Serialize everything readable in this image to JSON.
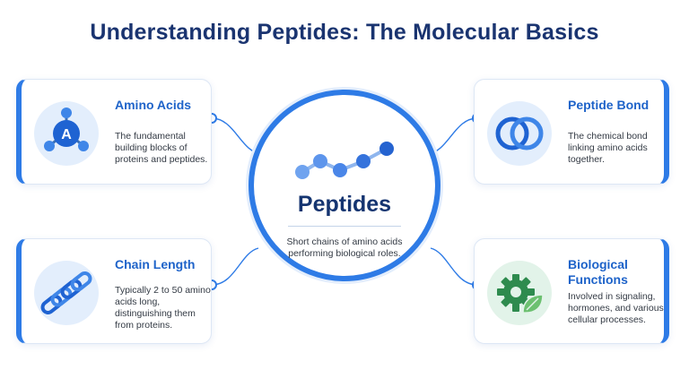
{
  "title": "Understanding Peptides: The Molecular Basics",
  "center": {
    "title": "Peptides",
    "description": "Short chains of amino acids performing biological roles."
  },
  "cards": {
    "amino_acids": {
      "title": "Amino Acids",
      "description": "The fundamental building blocks of proteins and peptides.",
      "icon_letter": "A",
      "icon": "amino-acid-molecule-icon"
    },
    "peptide_bond": {
      "title": "Peptide Bond",
      "description": "The chemical bond linking amino acids together.",
      "icon": "linked-rings-icon"
    },
    "chain_length": {
      "title": "Chain Length",
      "description": "Typically 2 to 50 amino acids long, distinguishing them from proteins.",
      "icon": "chain-link-icon"
    },
    "biological_functions": {
      "title": "Biological Functions",
      "description": "Involved in signaling, hormones, and various cellular processes.",
      "icon": "gear-leaf-icon"
    }
  },
  "colors": {
    "accent": "#2e7be6",
    "title": "#1a3470",
    "green": "#2e8b4e"
  }
}
